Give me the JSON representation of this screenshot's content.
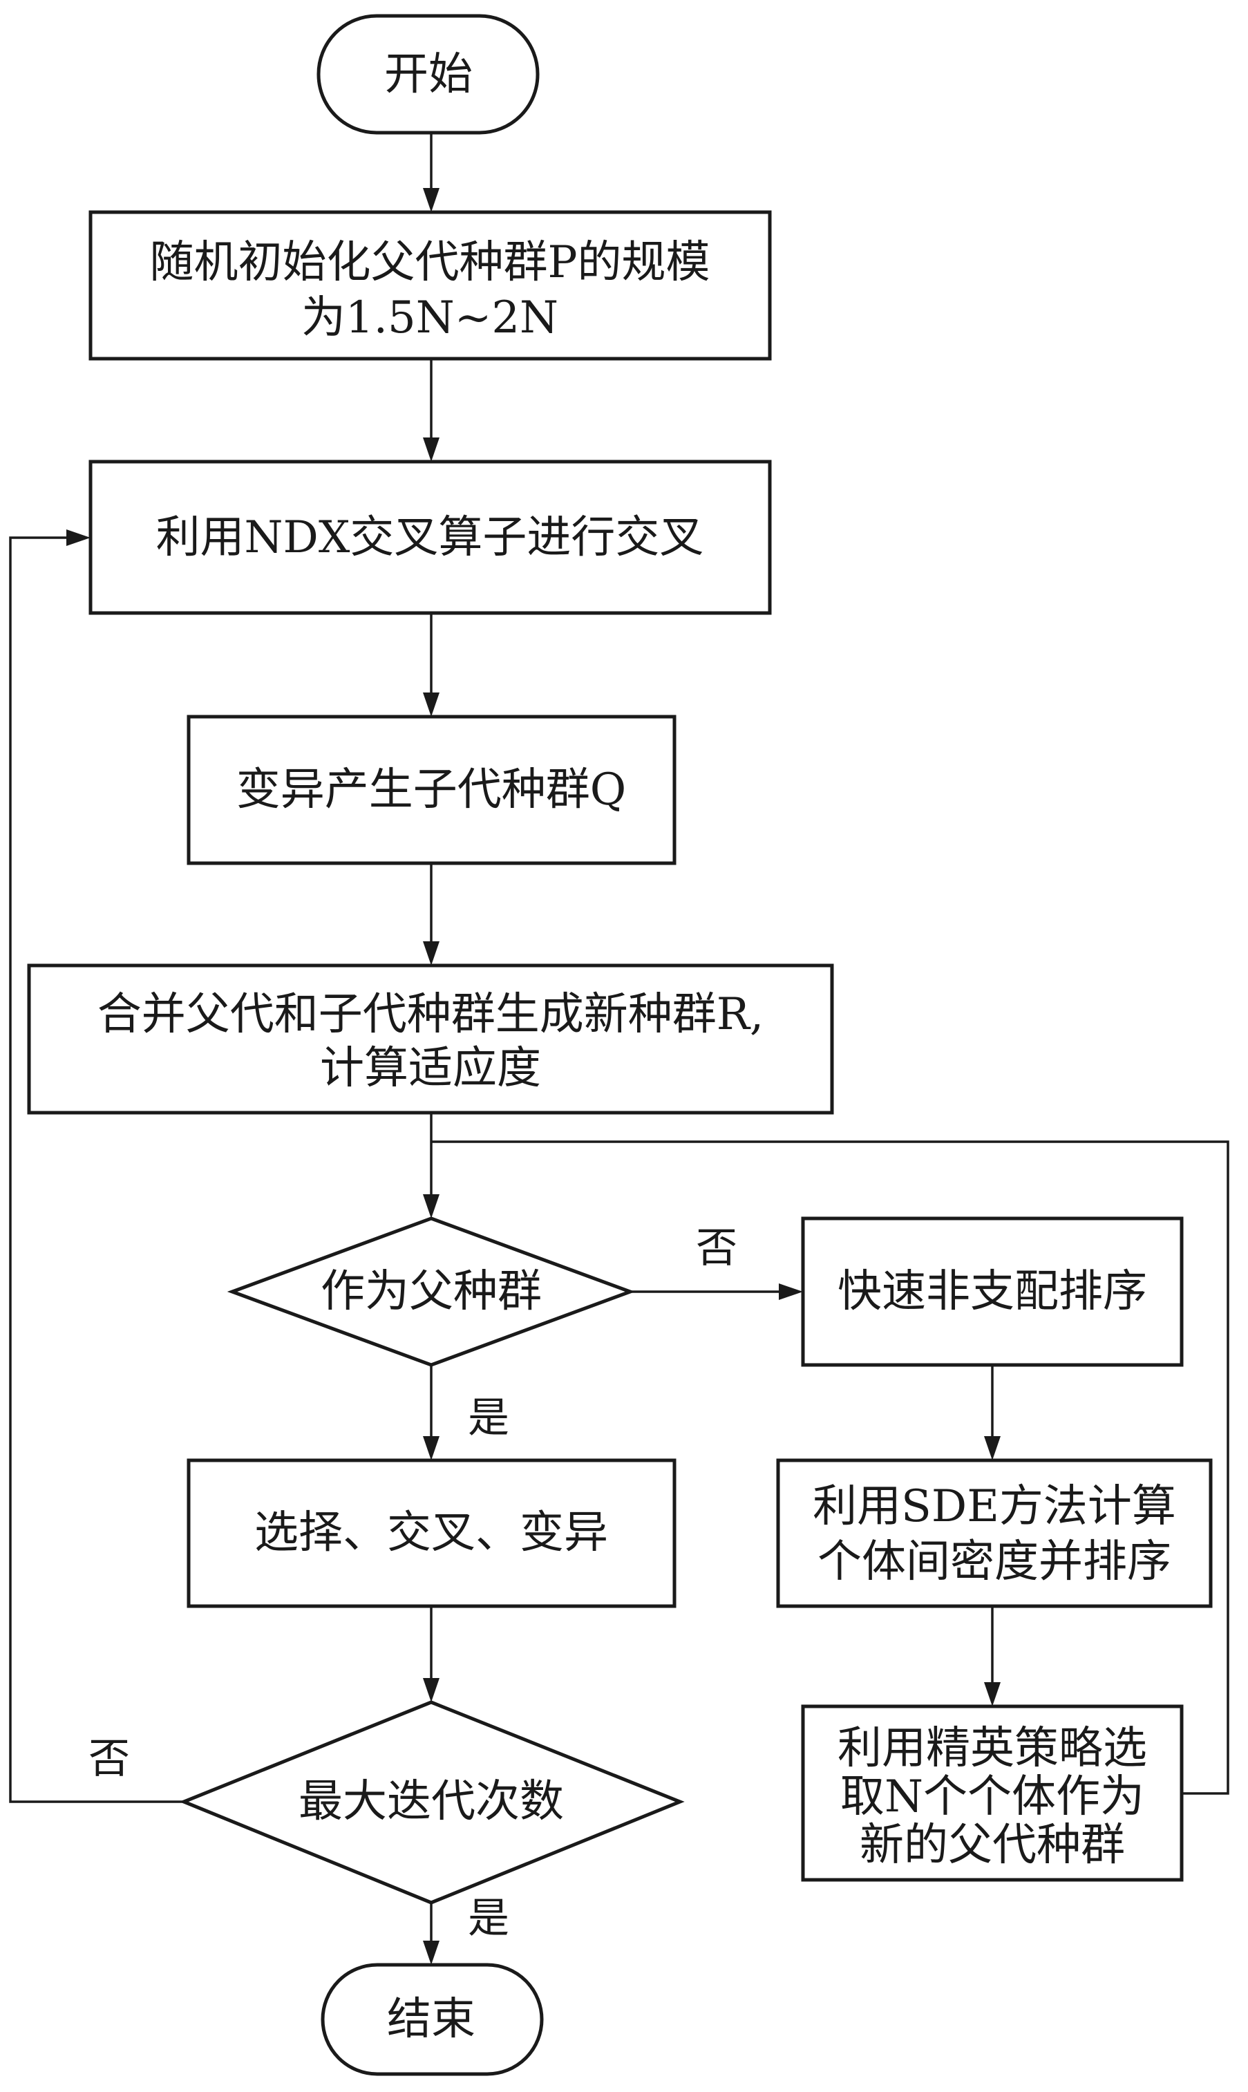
{
  "flowchart": {
    "start": "开始",
    "end": "结束",
    "steps": {
      "init_line1": "随机初始化父代种群P的规模",
      "init_line2": "为1.5N~2N",
      "crossover": "利用NDX交叉算子进行交叉",
      "mutation": "变异产生子代种群Q",
      "merge_line1": "合并父代和子代种群生成新种群R,",
      "merge_line2": "计算适应度",
      "select": "选择、交叉、变异",
      "nondominated_sort": "快速非支配排序",
      "sde_line1": "利用SDE方法计算",
      "sde_line2": "个体间密度并排序",
      "elite_line1": "利用精英策略选",
      "elite_line2": "取N个个体作为",
      "elite_line3": "新的父代种群"
    },
    "decisions": {
      "as_parent": "作为父种群",
      "max_iter": "最大迭代次数"
    },
    "labels": {
      "yes": "是",
      "no": "否"
    }
  }
}
